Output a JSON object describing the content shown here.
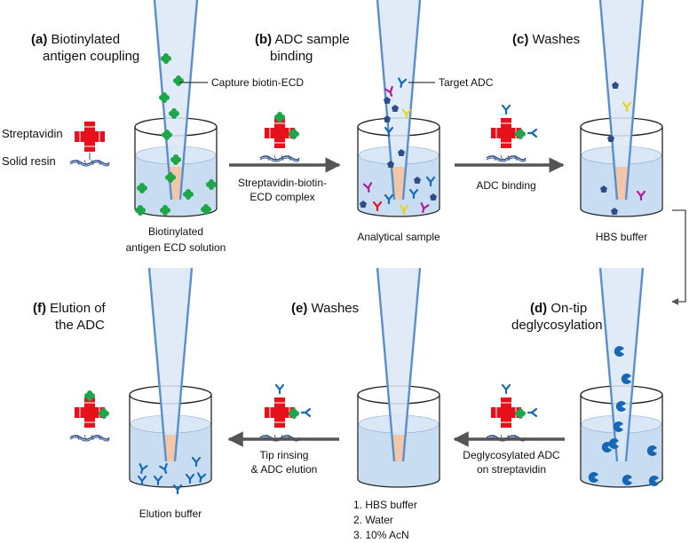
{
  "steps": [
    {
      "letter": "(a)",
      "title_line1": "Biotinylated",
      "title_line2": "antigen coupling",
      "solution_line1": "Biotinylated",
      "solution_line2": "antigen ECD solution"
    },
    {
      "letter": "(b)",
      "title_line1": "ADC sample",
      "title_line2": "binding",
      "solution": "Analytical sample"
    },
    {
      "letter": "(c)",
      "title_line1": "Washes",
      "solution": "HBS buffer"
    },
    {
      "letter": "(d)",
      "title_line1": "On-tip",
      "title_line2": "deglycosylation"
    },
    {
      "letter": "(e)",
      "title_line1": "Washes",
      "wash_list": [
        "1. HBS buffer",
        "2. Water",
        "3. 10% AcN"
      ]
    },
    {
      "letter": "(f)",
      "title_line1": "Elution of",
      "title_line2": "the ADC",
      "solution": "Elution buffer"
    }
  ],
  "callouts": {
    "capture": "Capture biotin-ECD",
    "target": "Target ADC",
    "streptavidin": "Streptavidin",
    "resin": "Solid resin"
  },
  "arrows": {
    "a_to_b_line1": "Streptavidin-biotin-",
    "a_to_b_line2": "ECD complex",
    "b_to_c": "ADC binding",
    "d_to_e_line1": "Deglycosylated ADC",
    "d_to_e_line2": "on streptavidin",
    "e_to_f_line1": "Tip rinsing",
    "e_to_f_line2": "& ADC elution"
  },
  "colors": {
    "tip_outline": "#5b8fc9",
    "tip_fill": "#dbe8f6",
    "liquid": "#c9ddf2",
    "pink_core": "#f4c6a8",
    "green": "#1fa64a",
    "red": "#e8101b",
    "antibody_blue": "#1668b4",
    "magenta": "#b0199a",
    "yellow": "#e6d21a",
    "dark_blue": "#2d4e86",
    "arrow": "#555555"
  }
}
